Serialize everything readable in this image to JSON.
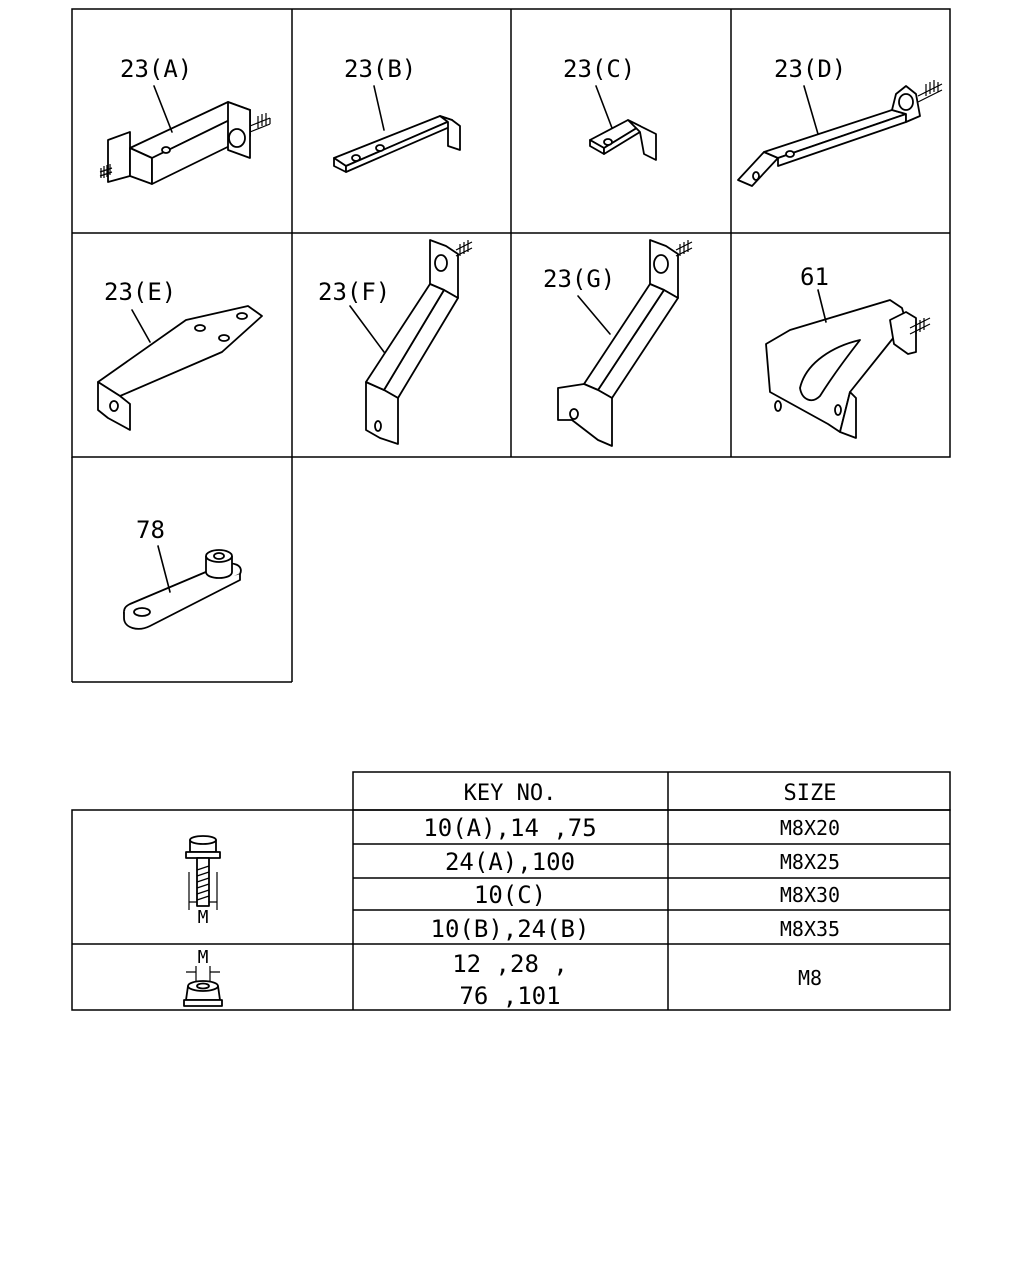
{
  "parts": [
    {
      "label": "23(A)"
    },
    {
      "label": "23(B)"
    },
    {
      "label": "23(C)"
    },
    {
      "label": "23(D)"
    },
    {
      "label": "23(E)"
    },
    {
      "label": "23(F)"
    },
    {
      "label": "23(G)"
    },
    {
      "label": "61"
    },
    {
      "label": "78"
    }
  ],
  "fastener_table": {
    "headers": [
      "KEY NO.",
      "SIZE"
    ],
    "bolt_rows": [
      {
        "key": "10(A),14 ,75",
        "size": "M8X20"
      },
      {
        "key": "24(A),100",
        "size": "M8X25"
      },
      {
        "key": "10(C)",
        "size": "M8X30"
      },
      {
        "key": "10(B),24(B)",
        "size": "M8X35"
      }
    ],
    "nut_row": {
      "key_line1": "12 ,28 ,",
      "key_line2": "76 ,101",
      "size": "M8"
    },
    "bolt_dim_label": "M",
    "nut_dim_label": "M"
  }
}
